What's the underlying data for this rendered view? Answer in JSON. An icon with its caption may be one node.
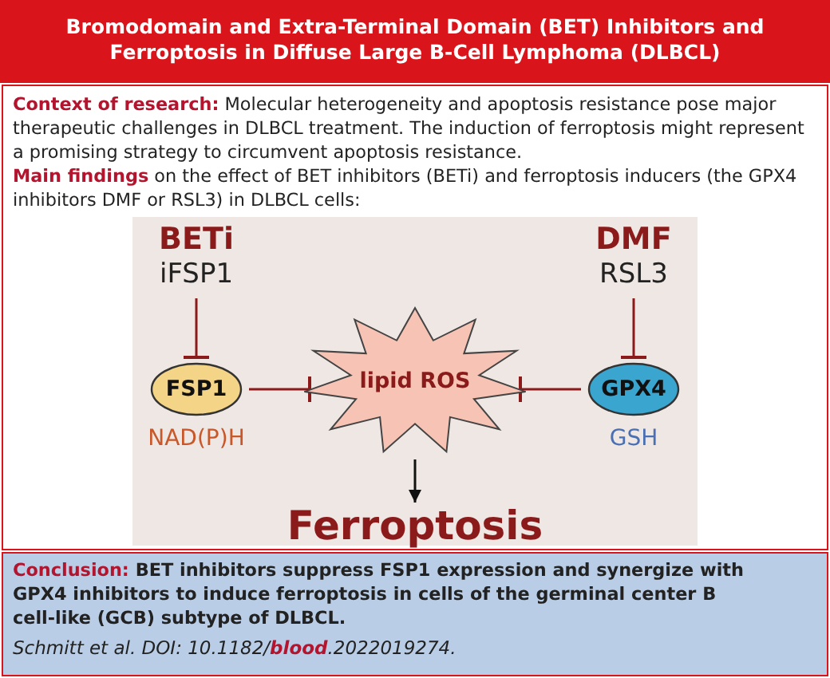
{
  "diagram": {
    "title": "Bromodomain and Extra-Terminal Domain (BET) Inhibitors and Ferroptosis in Diffuse Large B-Cell Lymphoma (DLBCL)",
    "nodes": [
      {
        "text": [
          "BETi",
          "iFSP1"
        ]
      },
      {
        "text": [
          "DMF",
          "RSL3"
        ]
      },
      {
        "text": [
          "FSP1"
        ],
        "beside": [
          "NAD(P)H"
        ]
      },
      {
        "text": [
          "lipid ROS"
        ]
      },
      {
        "text": [
          "GPX4"
        ],
        "beside": [
          "GSH"
        ]
      },
      {
        "text": [
          "Ferroptosis"
        ]
      }
    ],
    "edges": [
      {
        "from": 0,
        "to": 2,
        "arrow": "other"
      },
      {
        "from": 1,
        "to": 4,
        "arrow": "other"
      },
      {
        "from": 2,
        "to": 3,
        "arrow": "other"
      },
      {
        "from": 4,
        "to": 3,
        "arrow": "other"
      },
      {
        "from": 3,
        "to": 5,
        "arrow": "to",
        "color": "#111111"
      }
    ],
    "labels": [
      "**Context of research:** Molecular heterogeneity and apoptosis resistance pose major therapeutic challenges in DLBCL treatment. The induction of ferroptosis might represent a promising strategy to circumvent apoptosis resistance.",
      "**Main findings** on the effect of BET inhibitors (BETi) and ferroptosis inducers (the GPX4 inhibitors DMF or RSL3) in DLBCL cells:",
      "**Conclusion:** BET inhibitors suppress FSP1 expression and synergize with GPX4 inhibitors to induce ferroptosis in cells of the germinal center B cell-like (GCB) subtype of DLBCL.",
      "Schmitt et al. DOI: 10.1182/**blood**.2022019274."
    ]
  }
}
